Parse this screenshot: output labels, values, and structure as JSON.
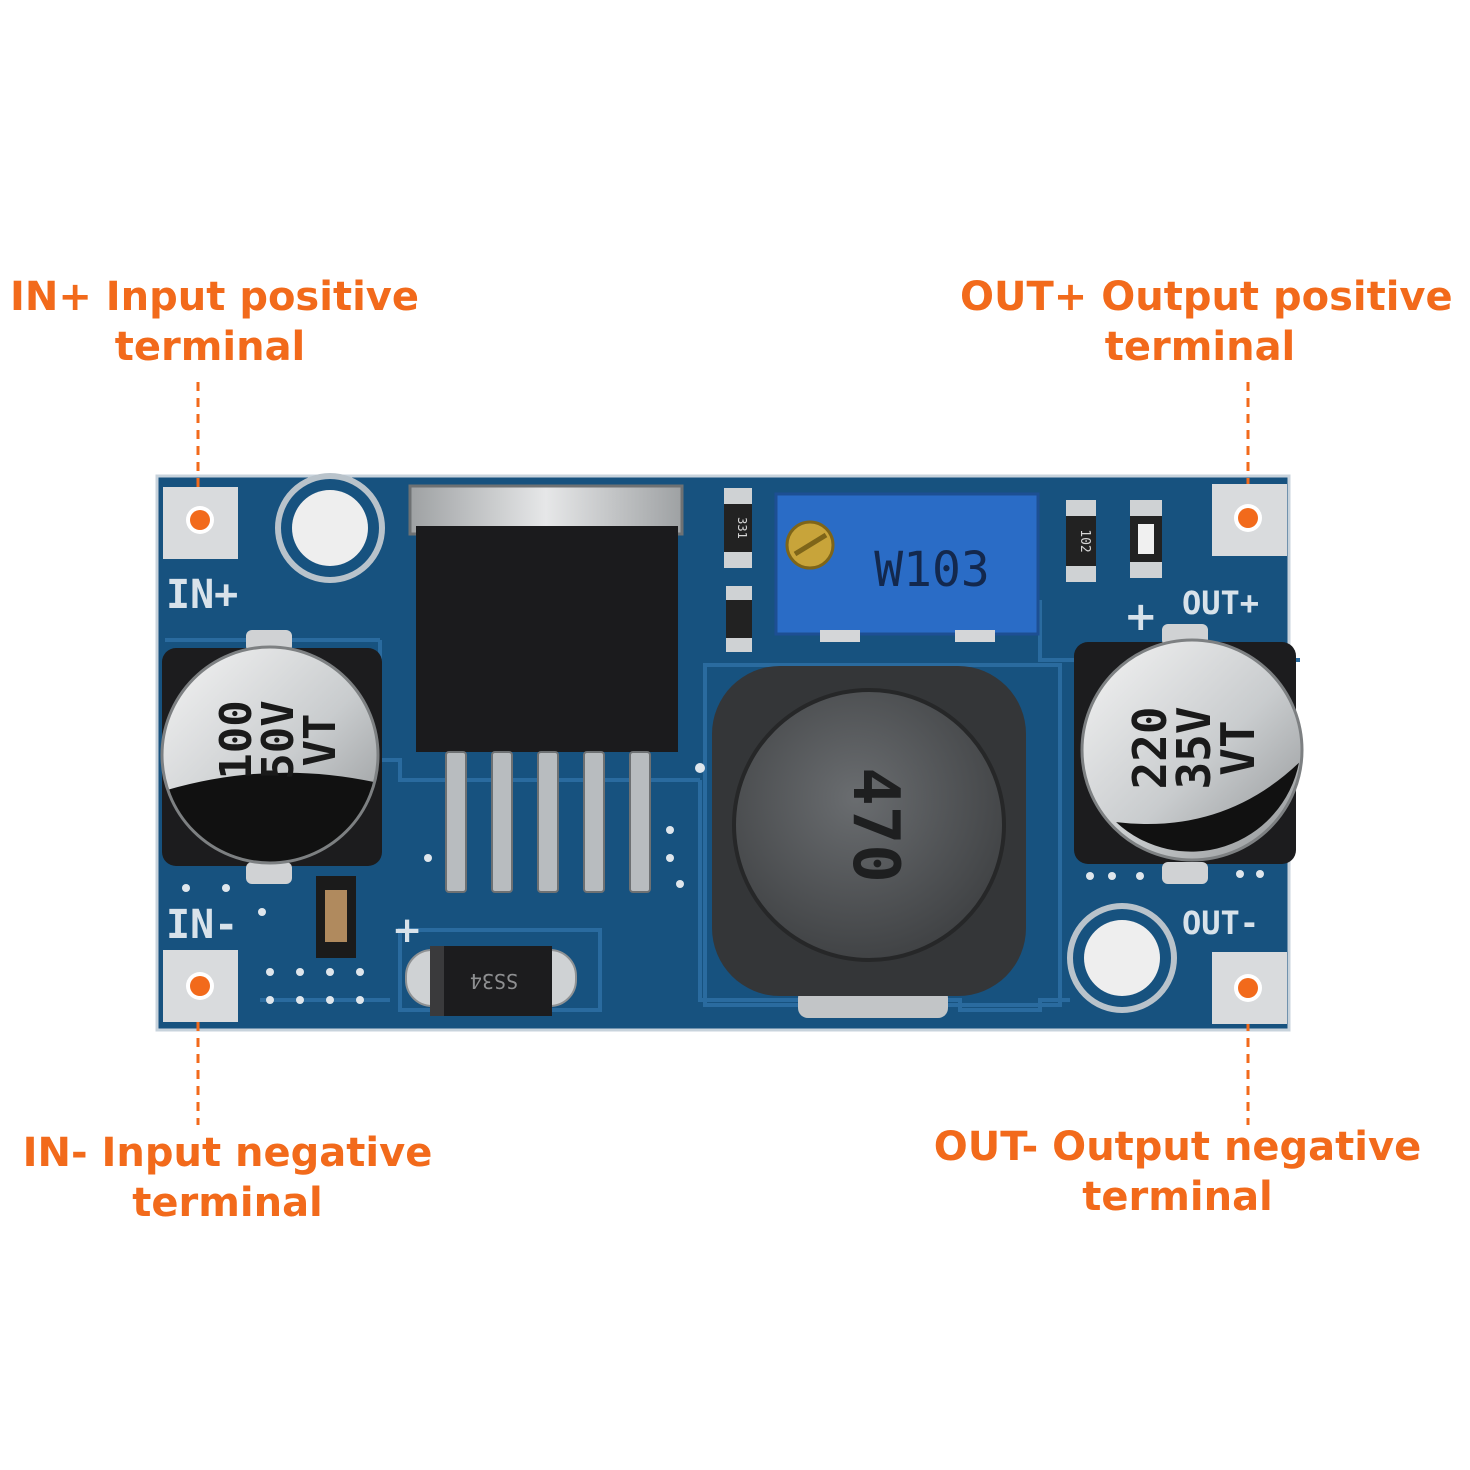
{
  "callouts": {
    "in_plus": {
      "line1": "IN+ Input positive",
      "line2": "terminal"
    },
    "out_plus": {
      "line1": "OUT+ Output positive",
      "line2": "terminal"
    },
    "in_minus": {
      "line1": "IN- Input negative",
      "line2": "terminal"
    },
    "out_minus": {
      "line1": "OUT- Output negative",
      "line2": "terminal"
    }
  },
  "board": {
    "silkscreen": {
      "in_plus": "IN+",
      "in_minus": "IN-",
      "out_plus": "OUT+",
      "out_minus": "OUT-",
      "plus_sign": "+"
    },
    "input_capacitor": {
      "value": "100",
      "voltage": "50V",
      "series": "VT"
    },
    "output_capacitor": {
      "value": "220",
      "voltage": "35V",
      "series": "VT"
    },
    "potentiometer": {
      "label": "W103"
    },
    "inductor": {
      "label": "470"
    },
    "diode": {
      "label": "SS34"
    },
    "resistor_top_left": {
      "label": "331"
    },
    "resistor_top_right": {
      "label": "102"
    }
  },
  "colors": {
    "accent": "#f26a1b",
    "pcb": "#17527f",
    "pcb_trace": "#1f6396",
    "pad": "#d9dbdd",
    "pot_blue": "#2a6cc6"
  }
}
